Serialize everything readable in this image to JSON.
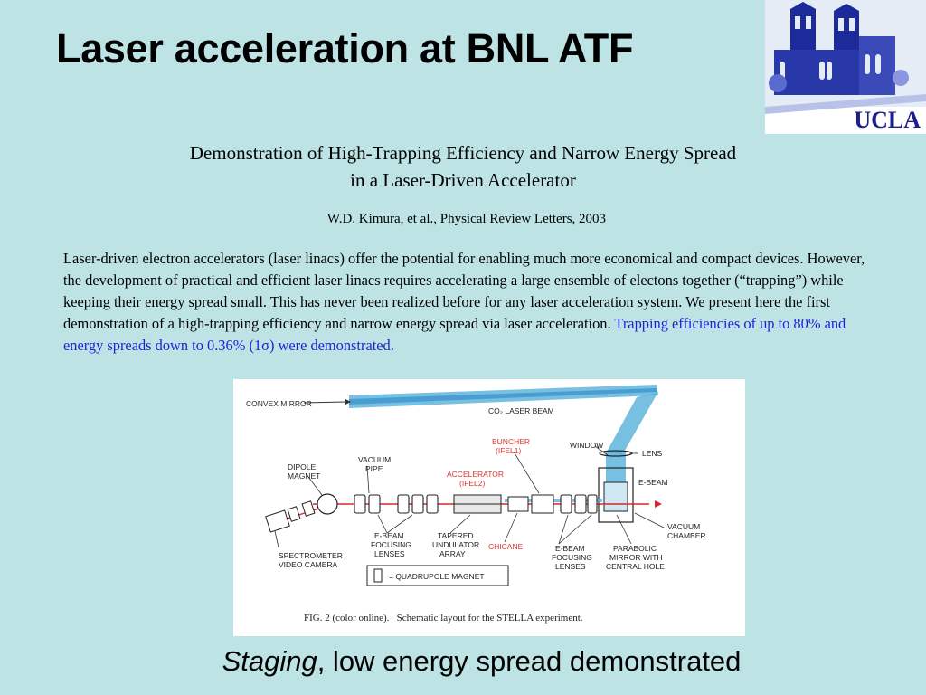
{
  "slide": {
    "title": "Laser acceleration at BNL ATF",
    "logo_text": "UCLA",
    "paper_title_line1": "Demonstration of High-Trapping Efficiency and Narrow Energy Spread",
    "paper_title_line2": "in a Laser-Driven Accelerator",
    "citation": "W.D. Kimura, et al., Physical Review Letters, 2003",
    "abstract_black": "Laser-driven electron accelerators (laser linacs) offer the potential for enabling much more economical and compact devices. However, the development of practical and efficient laser linacs requires accelerating a large ensemble of electons together (“trapping”) while keeping their energy spread small. This has never been realized before for any laser acceleration system. We present here the first demonstration of a high-trapping efficiency and narrow energy spread via laser acceleration. ",
    "abstract_blue": "Trapping efficiencies of up to 80% and energy spreads down to 0.36% (1σ) were demonstrated.",
    "bottom_italic": "Staging",
    "bottom_rest": ", low energy spread demonstrated"
  },
  "figure": {
    "caption": "FIG. 2 (color online).   Schematic layout for the STELLA experiment.",
    "labels": {
      "convex_mirror": "CONVEX MIRROR",
      "co2_beam": "CO₂ LASER BEAM",
      "buncher": "BUNCHER",
      "buncher_sub": "(IFEL1)",
      "window": "WINDOW",
      "lens": "LENS",
      "dipole1": "DIPOLE",
      "dipole2": "MAGNET",
      "vacuum_pipe1": "VACUUM",
      "vacuum_pipe2": "PIPE",
      "accelerator": "ACCELERATOR",
      "accelerator_sub": "(IFEL2)",
      "ebeam": "E-BEAM",
      "ebeam_focus1": "E-BEAM",
      "ebeam_focus2": "FOCUSING",
      "ebeam_focus3": "LENSES",
      "tapered1": "TAPERED",
      "tapered2": "UNDULATOR",
      "tapered3": "ARRAY",
      "chicane": "CHICANE",
      "ebeam_focus_b1": "E-BEAM",
      "ebeam_focus_b2": "FOCUSING",
      "ebeam_focus_b3": "LENSES",
      "parabolic1": "PARABOLIC",
      "parabolic2": "MIRROR WITH",
      "parabolic3": "CENTRAL HOLE",
      "vacuum_chamber1": "VACUUM",
      "vacuum_chamber2": "CHAMBER",
      "spectrometer1": "SPECTROMETER",
      "spectrometer2": "VIDEO CAMERA",
      "legend": "= QUADRUPOLE MAGNET"
    }
  },
  "colors": {
    "background": "#bde3e5",
    "highlight": "#1f1fd6",
    "logo_text": "#1a1f8c",
    "laser_beam": "#4aa9d6",
    "accent_red": "#e0322c"
  }
}
